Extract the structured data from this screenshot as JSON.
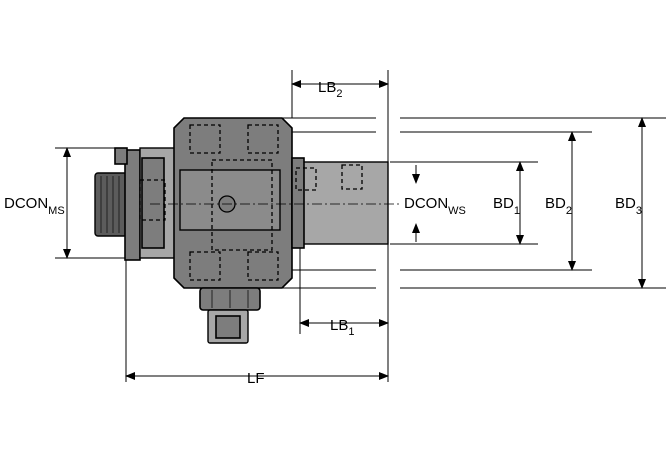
{
  "labels": {
    "lb2": {
      "main": "LB",
      "sub": "2"
    },
    "lb1": {
      "main": "LB",
      "sub": "1"
    },
    "lf": {
      "main": "LF"
    },
    "dcon_ms": {
      "main": "DCON",
      "sub": "MS"
    },
    "dcon_ws": {
      "main": "DCON",
      "sub": "WS"
    },
    "bd1": {
      "main": "BD",
      "sub": "1"
    },
    "bd2": {
      "main": "BD",
      "sub": "2"
    },
    "bd3": {
      "main": "BD",
      "sub": "3"
    }
  },
  "colors": {
    "body": "#7d7d7d",
    "body_light": "#a7a7a7",
    "body_dark": "#5c5c5c",
    "line": "#000000"
  }
}
